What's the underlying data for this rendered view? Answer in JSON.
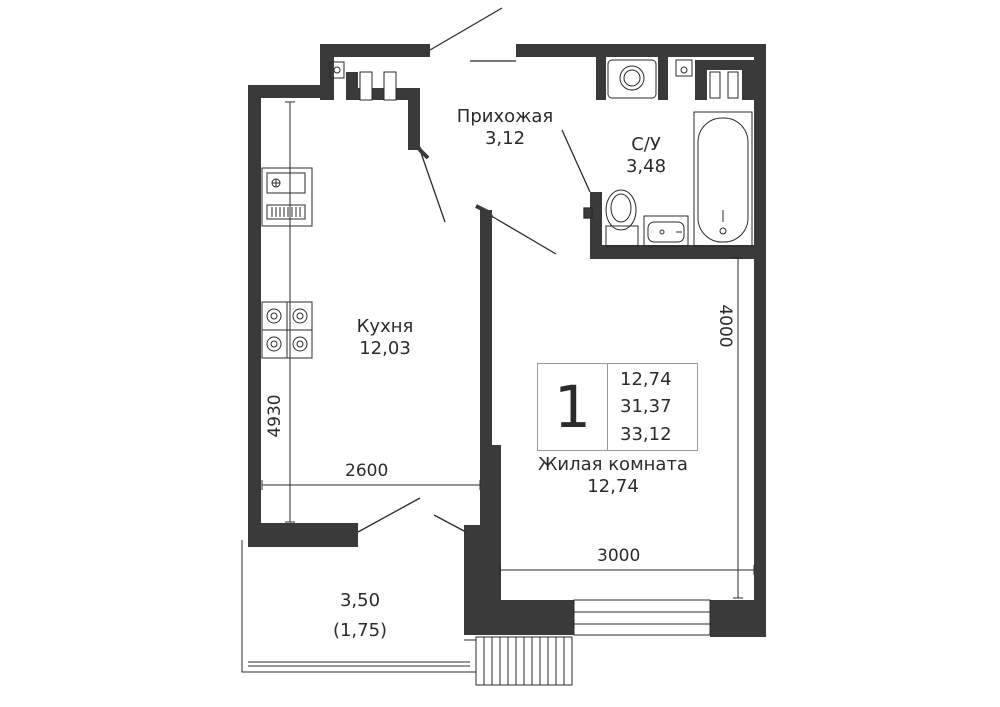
{
  "rooms": {
    "hallway": {
      "name": "Прихожая",
      "area": "3,12"
    },
    "bathroom": {
      "name": "С/У",
      "area": "3,48"
    },
    "kitchen": {
      "name": "Кухня",
      "area": "12,03"
    },
    "living": {
      "name": "Жилая комната",
      "area": "12,74"
    },
    "balcony": {
      "area": "3,50",
      "area_reduced": "(1,75)"
    }
  },
  "dimensions": {
    "kitchen_length": "4930",
    "kitchen_width": "2600",
    "living_length": "4000",
    "living_width": "3000"
  },
  "info_box": {
    "rooms_count": "1",
    "living_area": "12,74",
    "total_area": "31,37",
    "total_area_with_balcony": "33,12"
  },
  "colors": {
    "wall": "#3a3a3a",
    "line": "#2b2b2b",
    "background": "#ffffff"
  }
}
